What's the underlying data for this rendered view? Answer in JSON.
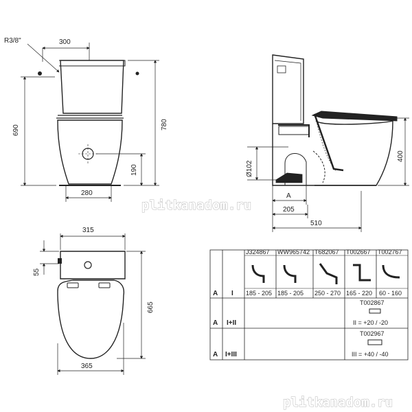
{
  "dimensions": {
    "thread": "R3/8\"",
    "d300": "300",
    "d690": "690",
    "d780": "780",
    "d190": "190",
    "d280": "280",
    "d315": "315",
    "d55": "55",
    "d665": "665",
    "d365": "365",
    "d102": "Ø102",
    "dA": "A",
    "d205": "205",
    "d510": "510",
    "d400": "400"
  },
  "watermark": "plitkanadom.ru",
  "table": {
    "codes": [
      "J324867",
      "WW965742",
      "T682067",
      "T002667",
      "T002767"
    ],
    "row1": {
      "col_a": "A",
      "col_b": "I",
      "ranges": [
        "185 - 205",
        "185 - 205",
        "250 - 270",
        "165 - 220",
        "60 - 160"
      ]
    },
    "row2": {
      "col_a": "A",
      "col_b": "I+II",
      "code": "T002867",
      "note": "II = +20 / -20"
    },
    "row3": {
      "col_a": "A",
      "col_b": "I+III",
      "code": "T002967",
      "note": "III = +40 / -40"
    }
  }
}
